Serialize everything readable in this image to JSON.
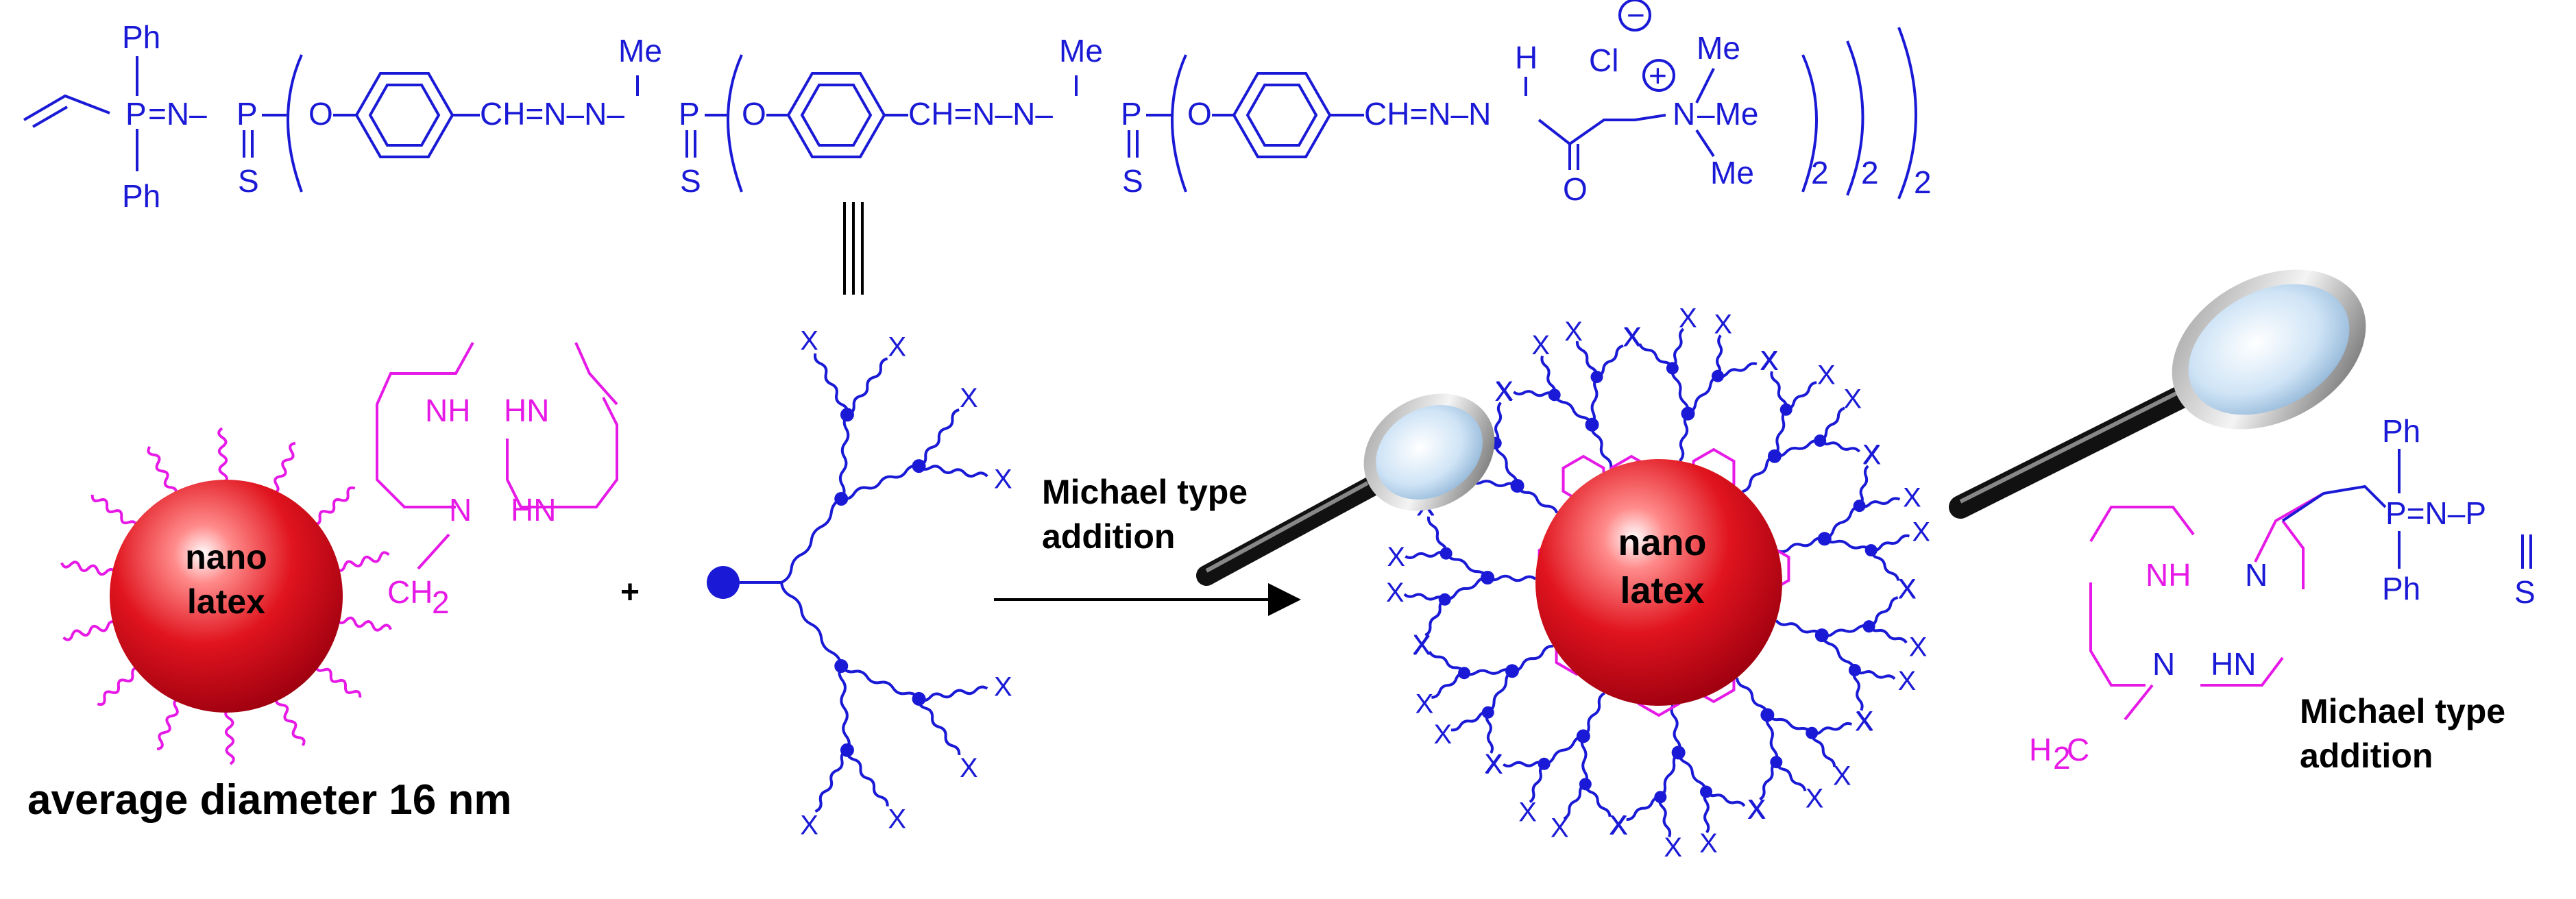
{
  "top_formula": {
    "ph_top": "Ph",
    "ph_bottom": "Ph",
    "p_first": "P",
    "eq_n_first": "=N–",
    "p_second": "P",
    "s_1": "S",
    "o_1": "O",
    "ch_n_1": "CH=N–N–",
    "me_1": "Me",
    "p_third": "P",
    "s_2": "S",
    "o_2": "O",
    "ch_n_2": "CH=N–N–",
    "me_2": "Me",
    "p_fourth": "P",
    "s_3": "S",
    "o_3": "O",
    "ch_n_3": "CH=N–N",
    "h": "H",
    "carbonyl_o": "O",
    "cl": "Cl",
    "minus": "−",
    "plus": "+",
    "n_plus": "N",
    "me_a": "Me",
    "me_b": "–Me",
    "me_c": "Me",
    "sub_1": "2",
    "sub_2": "2",
    "sub_3": "2",
    "equiv": "≡"
  },
  "reactant": {
    "sphere_line1": "nano",
    "sphere_line2": "latex",
    "caption": "average diameter 16 nm",
    "macrocycle_n1": "NH",
    "macrocycle_n2": "HN",
    "macrocycle_n3": "N",
    "macrocycle_n4": "HN",
    "ch2": "CH",
    "ch2_sub": "2",
    "plus_sign": "+"
  },
  "dendron": {
    "terminal_label": "X"
  },
  "arrow": {
    "label_line1": "Michael type",
    "label_line2": "addition"
  },
  "product": {
    "sphere_line1": "nano",
    "sphere_line2": "latex"
  },
  "zoom": {
    "ph_top": "Ph",
    "ph_bottom": "Ph",
    "p_eq_n": "P=N–P",
    "s": "S",
    "nh": "NH",
    "n_right": "N",
    "n_left": "N",
    "hn": "HN",
    "h2c": "H",
    "h2c_sub": "2",
    "h2c_c": "C",
    "label_line1": "Michael type",
    "label_line2": "addition"
  },
  "colors": {
    "chemistry_blue": "#1a1ad6",
    "macrocycle_magenta": "#e619e6",
    "sphere_red": "#e0141e",
    "text_black": "#000000"
  },
  "icons": [
    "magnifier-icon",
    "magnifier-icon"
  ]
}
